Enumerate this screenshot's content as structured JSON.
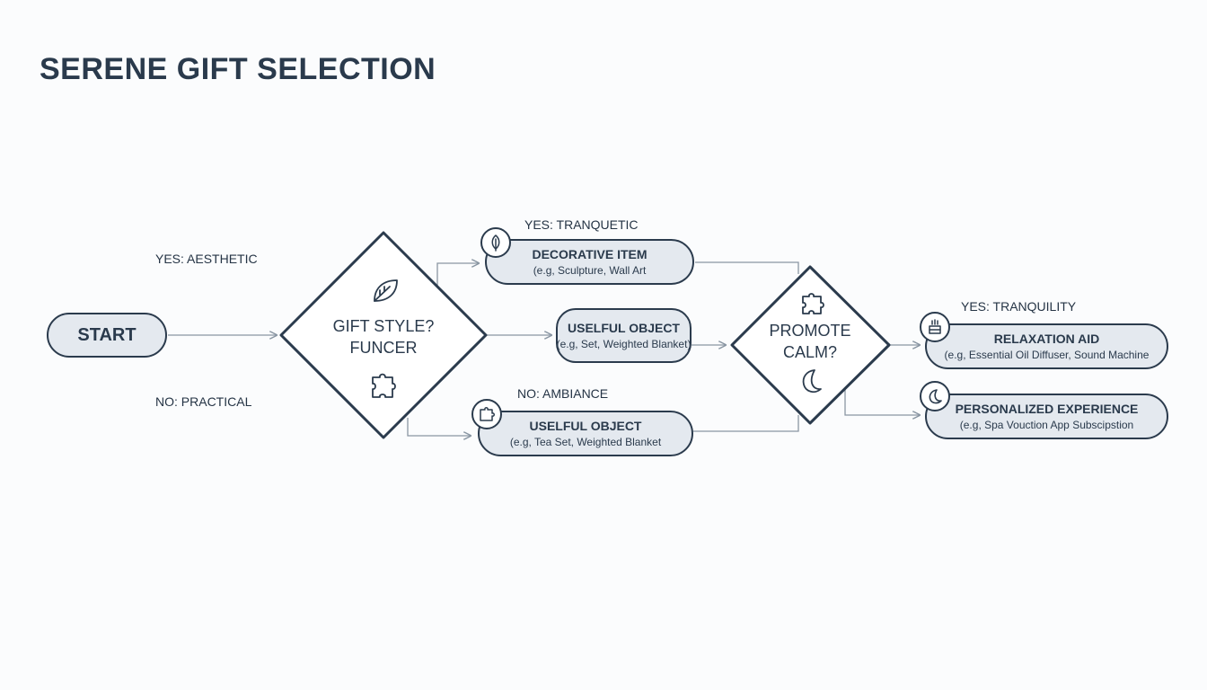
{
  "title": "SERENE GIFT SELECTION",
  "colors": {
    "stroke": "#2b3b4d",
    "node_fill": "#e4e9ef",
    "connector": "#8a96a3",
    "background": "#fbfcfd"
  },
  "edge_labels": {
    "yes_aesthetic": "YES: AESTHETIC",
    "no_practical": "NO: PRACTICAL",
    "yes_tranquetic": "YES: TRANQUETIC",
    "no_ambiance": "NO: AMBIANCE",
    "yes_tranquility": "YES: TRANQUILITY"
  },
  "nodes": {
    "start": {
      "label": "START"
    },
    "gift_style": {
      "line1": "GIFT STYLE?",
      "line2": "FUNCER",
      "icons": [
        "leaf-icon",
        "puzzle-icon"
      ]
    },
    "decorative": {
      "title": "DECORATIVE ITEM",
      "desc": "(e.g, Sculpture, Wall Art",
      "icon": "plant-icon"
    },
    "useful_middle": {
      "title": "USELFUL OBJECT",
      "desc": "(e.g, Set, Weighted Blanket)"
    },
    "useful_bottom": {
      "title": "USELFUL OBJECT",
      "desc": "(e.g, Tea Set, Weighted Blanket",
      "icon": "puzzle-icon"
    },
    "promote_calm": {
      "line1": "PROMOTE",
      "line2": "CALM?",
      "icons": [
        "puzzle-icon",
        "moon-icon"
      ]
    },
    "relaxation": {
      "title": "RELAXATION AID",
      "desc": "(e.g, Essential Oil Diffuser, Sound Machine",
      "icon": "diffuser-icon"
    },
    "personalized": {
      "title": "PERSONALIZED EXPERIENCE",
      "desc": "(e.g, Spa Vouction App Subscipstion",
      "icon": "moon-icon"
    }
  }
}
